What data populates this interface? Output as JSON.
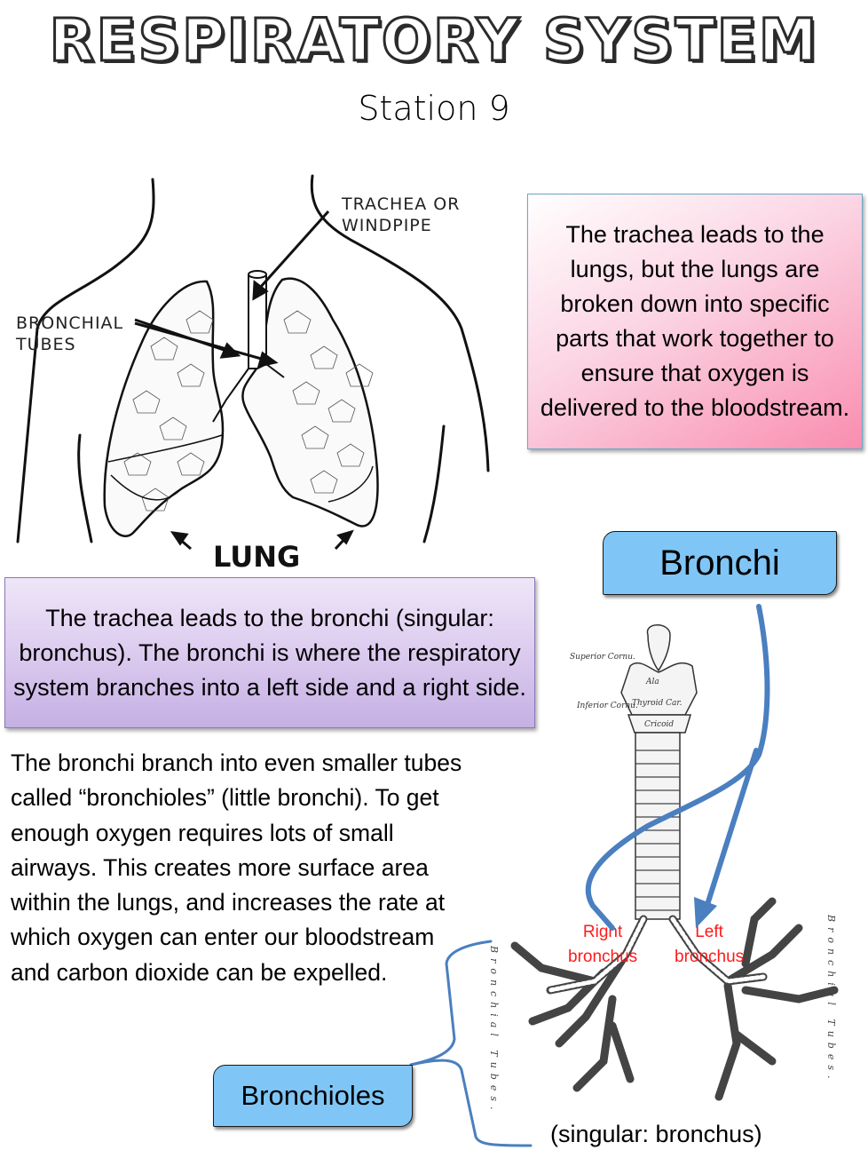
{
  "header": {
    "title": "RESPIRATORY SYSTEM",
    "subtitle": "Station 9"
  },
  "lung_diagram": {
    "label_trachea": "TRACHEA OR WINDPIPE",
    "label_trachea_line1": "TRACHEA OR",
    "label_trachea_line2": "WINDPIPE",
    "label_bronchial_line1": "BRONCHIAL",
    "label_bronchial_line2": "TUBES",
    "label_lung": "LUNG"
  },
  "pink_box": {
    "text": "The trachea leads to the lungs, but the lungs are broken down into specific parts that work together to ensure that oxygen is delivered to the bloodstream."
  },
  "purple_box": {
    "text": "The trachea leads to the bronchi (singular: bronchus). The bronchi is where the respiratory system branches into a left side and a right side."
  },
  "body_paragraph": {
    "text": "The bronchi branch into even smaller tubes called “bronchioles” (little bronchi). To get enough oxygen requires lots of small airways. This creates more surface area within the lungs, and increases the rate at which oxygen can enter our bloodstream and carbon dioxide can be expelled."
  },
  "trachea_diagram": {
    "superior_cornu": "Superior Cornu.",
    "inferior_cornu": "Inferior Cornu.",
    "ala": "Ala",
    "thyroid": "Thyroid Car.",
    "cricoid": "Cricoid",
    "right_bronchus_line1": "Right",
    "right_bronchus_line2": "bronchus",
    "left_bronchus_line1": "Left",
    "left_bronchus_line2": "bronchus",
    "bronchial_tubes_left": "Bronchial Tubes.",
    "bronchial_tubes_right": "Bronchial Tubes."
  },
  "labels": {
    "bronchi": "Bronchi",
    "bronchioles": "Bronchioles",
    "singular_note": "(singular: bronchus)"
  },
  "colors": {
    "callout_blue": "#7fc6f7",
    "arrow_blue": "#4a7fc0",
    "bronchus_label_red": "#ff1a1a",
    "pink_gradient_end": "#f98db0",
    "purple_gradient_end": "#c5b0e3"
  }
}
